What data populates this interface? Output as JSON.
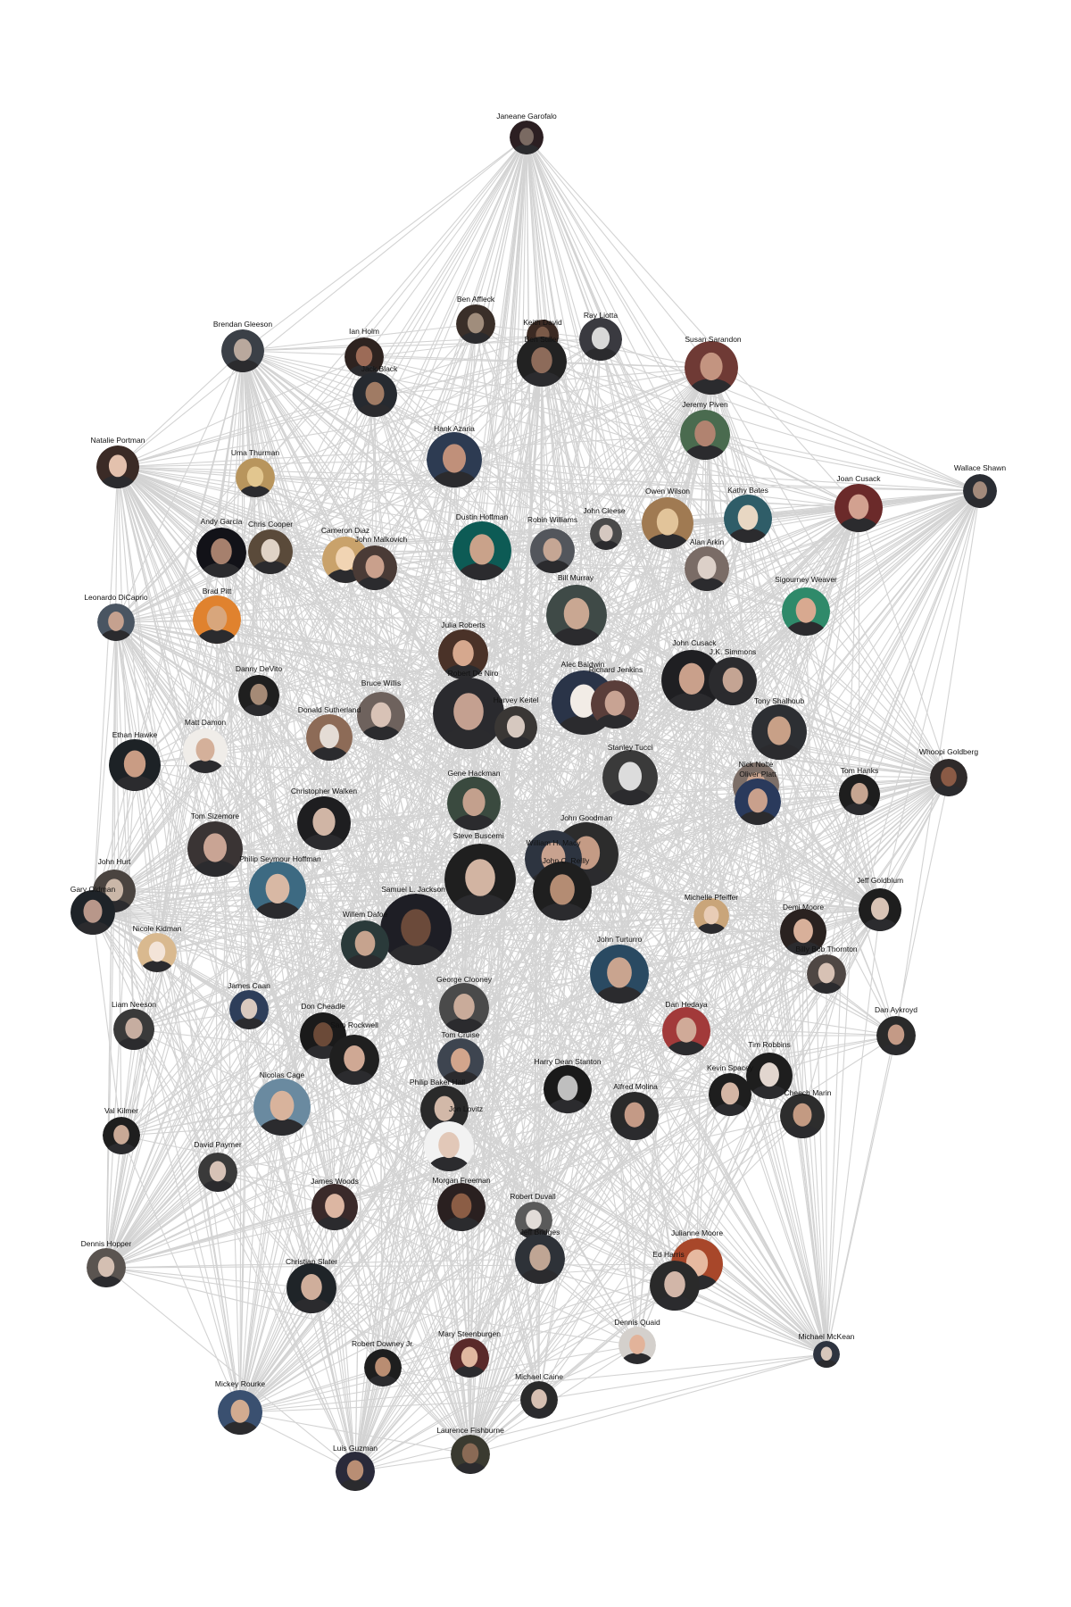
{
  "diagram": {
    "type": "network",
    "edge_color": "#d3d3d3",
    "node_style": "circular-portrait-photo",
    "nodes": [
      {
        "id": "janeane-garofalo",
        "label": "Janeane Garofalo",
        "colors": [
          "#7a6a62",
          "#2c1f22"
        ]
      },
      {
        "id": "ben-affleck",
        "label": "Ben Affleck",
        "colors": [
          "#a08d7c",
          "#3a2f29"
        ]
      },
      {
        "id": "keith-david",
        "label": "Keith David",
        "colors": [
          "#7a5a48",
          "#3b2a23"
        ]
      },
      {
        "id": "ray-liotta",
        "label": "Ray Liotta",
        "colors": [
          "#d8d8d8",
          "#3a3a40"
        ]
      },
      {
        "id": "brendan-gleeson",
        "label": "Brendan Gleeson",
        "colors": [
          "#b9a89d",
          "#3b4047"
        ]
      },
      {
        "id": "ian-holm",
        "label": "Ian Holm",
        "colors": [
          "#9c6b57",
          "#2e2320"
        ]
      },
      {
        "id": "ben-stiller",
        "label": "Ben Stiller",
        "colors": [
          "#8d6b5a",
          "#222222"
        ]
      },
      {
        "id": "jack-black",
        "label": "Jack Black",
        "colors": [
          "#a07b64",
          "#262a30"
        ]
      },
      {
        "id": "susan-sarandon",
        "label": "Susan Sarandon",
        "colors": [
          "#c39480",
          "#6f3a35"
        ]
      },
      {
        "id": "jeremy-piven",
        "label": "Jeremy Piven",
        "colors": [
          "#b18370",
          "#4a6b4f"
        ]
      },
      {
        "id": "hank-azaria",
        "label": "Hank Azaria",
        "colors": [
          "#c0907a",
          "#2d3b52"
        ]
      },
      {
        "id": "natalie-portman",
        "label": "Natalie Portman",
        "colors": [
          "#e3c1ad",
          "#3b2b26"
        ]
      },
      {
        "id": "uma-thurman",
        "label": "Uma Thurman",
        "colors": [
          "#e2c68f",
          "#b8955d"
        ]
      },
      {
        "id": "wallace-shawn",
        "label": "Wallace Shawn",
        "colors": [
          "#a38a7b",
          "#2a2d33"
        ]
      },
      {
        "id": "joan-cusack",
        "label": "Joan Cusack",
        "colors": [
          "#d2a190",
          "#6b2a2a"
        ]
      },
      {
        "id": "kathy-bates",
        "label": "Kathy Bates",
        "colors": [
          "#e8d7c3",
          "#2f5d68"
        ]
      },
      {
        "id": "owen-wilson",
        "label": "Owen Wilson",
        "colors": [
          "#e2c49a",
          "#a07a52"
        ]
      },
      {
        "id": "john-cleese",
        "label": "John Cleese",
        "colors": [
          "#d5c8c0",
          "#4a4a4a"
        ]
      },
      {
        "id": "robin-williams",
        "label": "Robin Williams",
        "colors": [
          "#c5a694",
          "#53565c"
        ]
      },
      {
        "id": "dustin-hoffman",
        "label": "Dustin Hoffman",
        "colors": [
          "#c9a28a",
          "#0d5b55"
        ]
      },
      {
        "id": "andy-garcia",
        "label": "Andy Garcia",
        "colors": [
          "#a6806d",
          "#121218"
        ]
      },
      {
        "id": "chris-cooper",
        "label": "Chris Cooper",
        "colors": [
          "#e0d3c6",
          "#5a4a3a"
        ]
      },
      {
        "id": "cameron-diaz",
        "label": "Cameron Diaz",
        "colors": [
          "#f1d4b3",
          "#c9a26b"
        ]
      },
      {
        "id": "john-malkovich",
        "label": "John Malkovich",
        "colors": [
          "#c9a08c",
          "#4a3b36"
        ]
      },
      {
        "id": "alan-arkin",
        "label": "Alan Arkin",
        "colors": [
          "#dcd0c8",
          "#7a6c66"
        ]
      },
      {
        "id": "sigourney-weaver",
        "label": "Sigourney Weaver",
        "colors": [
          "#d8a990",
          "#2f8a6a"
        ]
      },
      {
        "id": "leonardo-dicaprio",
        "label": "Leonardo DiCaprio",
        "colors": [
          "#c5a18f",
          "#4a5562"
        ]
      },
      {
        "id": "brad-pitt",
        "label": "Brad Pitt",
        "colors": [
          "#d8a67c",
          "#e0822e"
        ]
      },
      {
        "id": "bill-murray",
        "label": "Bill Murray",
        "colors": [
          "#c9a792",
          "#3f4a47"
        ]
      },
      {
        "id": "julia-roberts",
        "label": "Julia Roberts",
        "colors": [
          "#d6a88e",
          "#4a3228"
        ]
      },
      {
        "id": "john-cusack",
        "label": "John Cusack",
        "colors": [
          "#c9a08b",
          "#1f1f22"
        ]
      },
      {
        "id": "jk-simmons",
        "label": "J.K. Simmons",
        "colors": [
          "#c4a493",
          "#2b2b2e"
        ]
      },
      {
        "id": "danny-devito",
        "label": "Danny DeVito",
        "colors": [
          "#a58a76",
          "#1f1f1f"
        ]
      },
      {
        "id": "robert-de-niro",
        "label": "Robert De Niro",
        "colors": [
          "#c4a090",
          "#2a2a2e"
        ]
      },
      {
        "id": "alec-baldwin",
        "label": "Alec Baldwin",
        "colors": [
          "#f2ece6",
          "#2a3448"
        ]
      },
      {
        "id": "richard-jenkins",
        "label": "Richard Jenkins",
        "colors": [
          "#c8a393",
          "#5a3e3a"
        ]
      },
      {
        "id": "bruce-willis",
        "label": "Bruce Willis",
        "colors": [
          "#d8c2b6",
          "#6e625d"
        ]
      },
      {
        "id": "harvey-keitel",
        "label": "Harvey Keitel",
        "colors": [
          "#d6c8bf",
          "#3a3735"
        ]
      },
      {
        "id": "tony-shalhoub",
        "label": "Tony Shalhoub",
        "colors": [
          "#c8a087",
          "#2d2f33"
        ]
      },
      {
        "id": "donald-sutherland",
        "label": "Donald Sutherland",
        "colors": [
          "#e4dcd5",
          "#8d6b57"
        ]
      },
      {
        "id": "matt-damon",
        "label": "Matt Damon",
        "colors": [
          "#d4b09a",
          "#f0ede9"
        ]
      },
      {
        "id": "ethan-hawke",
        "label": "Ethan Hawke",
        "colors": [
          "#c99c84",
          "#1d2226"
        ]
      },
      {
        "id": "stanley-tucci",
        "label": "Stanley Tucci",
        "colors": [
          "#dcdcdc",
          "#3a3a3a"
        ]
      },
      {
        "id": "nick-nolte",
        "label": "Nick Nolte",
        "colors": [
          "#c9a38e",
          "#7d6f68"
        ]
      },
      {
        "id": "oliver-platt",
        "label": "Oliver Platt",
        "colors": [
          "#c9a08c",
          "#2a3a5c"
        ]
      },
      {
        "id": "tom-hanks",
        "label": "Tom Hanks",
        "colors": [
          "#c6a591",
          "#1e1e1e"
        ]
      },
      {
        "id": "whoopi-goldberg",
        "label": "Whoopi Goldberg",
        "colors": [
          "#8a5a45",
          "#2f2a2a"
        ]
      },
      {
        "id": "gene-hackman",
        "label": "Gene Hackman",
        "colors": [
          "#c3a08d",
          "#3a4a3f"
        ]
      },
      {
        "id": "christopher-walken",
        "label": "Christopher Walken",
        "colors": [
          "#d0b5a5",
          "#1e1e20"
        ]
      },
      {
        "id": "tom-sizemore",
        "label": "Tom Sizemore",
        "colors": [
          "#c9a494",
          "#3a3434"
        ]
      },
      {
        "id": "john-goodman",
        "label": "John Goodman",
        "colors": [
          "#c49b85",
          "#2c2c2c"
        ]
      },
      {
        "id": "steve-buscemi",
        "label": "Steve Buscemi",
        "colors": [
          "#d2b4a2",
          "#1f1f1f"
        ]
      },
      {
        "id": "william-h-macy",
        "label": "William H. Macy",
        "colors": [
          "#c8a28f",
          "#2d3440"
        ]
      },
      {
        "id": "john-c-reilly",
        "label": "John C. Reilly",
        "colors": [
          "#b48c73",
          "#1f1f1f"
        ]
      },
      {
        "id": "john-hurt",
        "label": "John Hurt",
        "colors": [
          "#cab7a8",
          "#4a4440"
        ]
      },
      {
        "id": "philip-seymour-hoffman",
        "label": "Philip Seymour Hoffman",
        "colors": [
          "#d8b8a4",
          "#3d6a82"
        ]
      },
      {
        "id": "gary-oldman",
        "label": "Gary Oldman",
        "colors": [
          "#b8978a",
          "#1e2328"
        ]
      },
      {
        "id": "samuel-l-jackson",
        "label": "Samuel L. Jackson",
        "colors": [
          "#6b4a3a",
          "#1e1e25"
        ]
      },
      {
        "id": "michelle-pfeiffer",
        "label": "Michelle Pfeiffer",
        "colors": [
          "#e8ccb6",
          "#c9a57a"
        ]
      },
      {
        "id": "jeff-goldblum",
        "label": "Jeff Goldblum",
        "colors": [
          "#d8c3b5",
          "#1e1e1e"
        ]
      },
      {
        "id": "nicole-kidman",
        "label": "Nicole Kidman",
        "colors": [
          "#f3e4d8",
          "#d9b98f"
        ]
      },
      {
        "id": "willem-dafoe",
        "label": "Willem Dafoe",
        "colors": [
          "#c6a38e",
          "#2a3a3a"
        ]
      },
      {
        "id": "demi-moore",
        "label": "Demi Moore",
        "colors": [
          "#d8b09a",
          "#2a2220"
        ]
      },
      {
        "id": "billy-bob-thornton",
        "label": "Billy Bob Thornton",
        "colors": [
          "#d7c1b4",
          "#4f4744"
        ]
      },
      {
        "id": "john-turturro",
        "label": "John Turturro",
        "colors": [
          "#c9a48f",
          "#2a4a62"
        ]
      },
      {
        "id": "george-clooney",
        "label": "George Clooney",
        "colors": [
          "#c9ab9a",
          "#4a4a4a"
        ]
      },
      {
        "id": "liam-neeson",
        "label": "Liam Neeson",
        "colors": [
          "#c6ada0",
          "#3a3a3a"
        ]
      },
      {
        "id": "james-caan",
        "label": "James Caan",
        "colors": [
          "#d9c9bf",
          "#2e3e5a"
        ]
      },
      {
        "id": "don-cheadle",
        "label": "Don Cheadle",
        "colors": [
          "#6b4a38",
          "#1a1a1a"
        ]
      },
      {
        "id": "dan-hedaya",
        "label": "Dan Hedaya",
        "colors": [
          "#d0aa98",
          "#a23a3a"
        ]
      },
      {
        "id": "dan-aykroyd",
        "label": "Dan Aykroyd",
        "colors": [
          "#c49a86",
          "#2a2a2a"
        ]
      },
      {
        "id": "sam-rockwell",
        "label": "Sam Rockwell",
        "colors": [
          "#cfa894",
          "#1f1f1f"
        ]
      },
      {
        "id": "tom-cruise",
        "label": "Tom Cruise",
        "colors": [
          "#d2a58c",
          "#3e4550"
        ]
      },
      {
        "id": "tim-robbins",
        "label": "Tim Robbins",
        "colors": [
          "#e2d6cf",
          "#1e1e1e"
        ]
      },
      {
        "id": "harry-dean-stanton",
        "label": "Harry Dean Stanton",
        "colors": [
          "#bfbfbf",
          "#1a1a1a"
        ]
      },
      {
        "id": "kevin-spacey",
        "label": "Kevin Spacey",
        "colors": [
          "#d4b6a5",
          "#1e1e1e"
        ]
      },
      {
        "id": "cheech-marin",
        "label": "Cheech Marin",
        "colors": [
          "#c39a82",
          "#2d2d2d"
        ]
      },
      {
        "id": "nicolas-cage",
        "label": "Nicolas Cage",
        "colors": [
          "#d8b39c",
          "#6a8aa0"
        ]
      },
      {
        "id": "philip-baker-hall",
        "label": "Philip Baker Hall",
        "colors": [
          "#d2b8a8",
          "#2a2a2a"
        ]
      },
      {
        "id": "alfred-molina",
        "label": "Alfred Molina",
        "colors": [
          "#c49a86",
          "#2a2a2a"
        ]
      },
      {
        "id": "val-kilmer",
        "label": "Val Kilmer",
        "colors": [
          "#c9a996",
          "#1e1e1e"
        ]
      },
      {
        "id": "jon-lovitz",
        "label": "Jon Lovitz",
        "colors": [
          "#e2c8b8",
          "#f2f2f2"
        ]
      },
      {
        "id": "david-paymer",
        "label": "David Paymer",
        "colors": [
          "#d6c2b6",
          "#3a3a3a"
        ]
      },
      {
        "id": "james-woods",
        "label": "James Woods",
        "colors": [
          "#dcb6a2",
          "#3a2a2a"
        ]
      },
      {
        "id": "morgan-freeman",
        "label": "Morgan Freeman",
        "colors": [
          "#8b5d45",
          "#2a2020"
        ]
      },
      {
        "id": "robert-duvall",
        "label": "Robert Duvall",
        "colors": [
          "#e2dcd8",
          "#5a5a5a"
        ]
      },
      {
        "id": "dennis-hopper",
        "label": "Dennis Hopper",
        "colors": [
          "#d4bfb2",
          "#5a5450"
        ]
      },
      {
        "id": "jeff-bridges",
        "label": "Jeff Bridges",
        "colors": [
          "#bfa594",
          "#2e3238"
        ]
      },
      {
        "id": "julianne-moore",
        "label": "Julianne Moore",
        "colors": [
          "#e6b9a0",
          "#a8472a"
        ]
      },
      {
        "id": "ed-harris",
        "label": "Ed Harris",
        "colors": [
          "#d2b6a8",
          "#2a2a2a"
        ]
      },
      {
        "id": "christian-slater",
        "label": "Christian Slater",
        "colors": [
          "#cfae9b",
          "#1f2428"
        ]
      },
      {
        "id": "robert-downey-jr",
        "label": "Robert Downey Jr.",
        "colors": [
          "#b98d72",
          "#1e1e1e"
        ]
      },
      {
        "id": "mary-steenburgen",
        "label": "Mary Steenburgen",
        "colors": [
          "#e0b8a0",
          "#5a2a2a"
        ]
      },
      {
        "id": "dennis-quaid",
        "label": "Dennis Quaid",
        "colors": [
          "#e2b39a",
          "#d4d0cc"
        ]
      },
      {
        "id": "michael-mckean",
        "label": "Michael McKean",
        "colors": [
          "#d7c6bb",
          "#2e3440"
        ]
      },
      {
        "id": "michael-caine",
        "label": "Michael Caine",
        "colors": [
          "#d7c0b2",
          "#2a2a2a"
        ]
      },
      {
        "id": "mickey-rourke",
        "label": "Mickey Rourke",
        "colors": [
          "#d2ab90",
          "#3a5070"
        ]
      },
      {
        "id": "laurence-fishburne",
        "label": "Laurence Fishburne",
        "colors": [
          "#8a6a55",
          "#3a3a30"
        ]
      },
      {
        "id": "luis-guzman",
        "label": "Luis Guzman",
        "colors": [
          "#b98e74",
          "#2a2a3a"
        ]
      }
    ]
  }
}
